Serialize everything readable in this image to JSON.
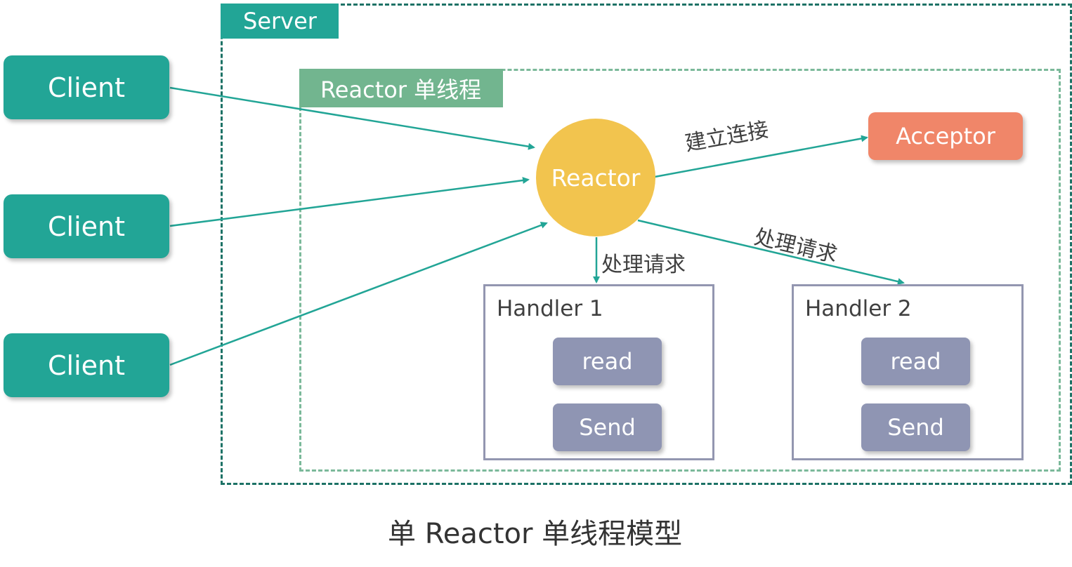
{
  "server": {
    "label": "Server"
  },
  "reactor_thread": {
    "label": "Reactor 单线程"
  },
  "clients": [
    {
      "label": "Client"
    },
    {
      "label": "Client"
    },
    {
      "label": "Client"
    }
  ],
  "reactor": {
    "label": "Reactor"
  },
  "acceptor": {
    "label": "Acceptor"
  },
  "edges": {
    "connect": "建立连接",
    "handle_down": "处理请求",
    "handle_right": "处理请求"
  },
  "handlers": [
    {
      "title": "Handler 1",
      "ops": [
        "read",
        "Send"
      ]
    },
    {
      "title": "Handler 2",
      "ops": [
        "read",
        "Send"
      ]
    }
  ],
  "caption": "单 Reactor 单线程模型",
  "colors": {
    "client": "#22a596",
    "server_border": "#1d7266",
    "reactor_thread_tag": "#72b58f",
    "reactor": "#f2c44e",
    "acceptor": "#f08669",
    "handler_border": "#9396b0",
    "op": "#8f95b3",
    "arrow": "#22a596"
  }
}
